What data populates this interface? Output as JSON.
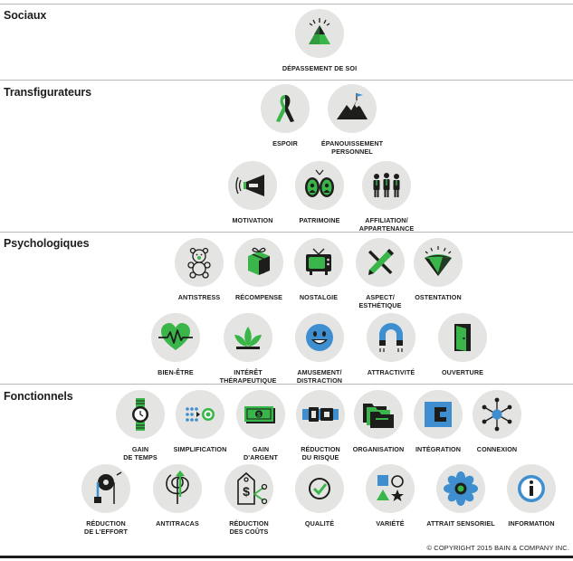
{
  "sections": [
    {
      "title": "Sociaux"
    },
    {
      "title": "Transfigurateurs"
    },
    {
      "title": "Psychologiques"
    },
    {
      "title": "Fonctionnels"
    }
  ],
  "items": {
    "depassement": "DÉPASSEMENT DE SOI",
    "espoir": "ESPOIR",
    "epanouissement": "ÉPANOUISSEMENT\nPERSONNEL",
    "motivation": "MOTIVATION",
    "patrimoine": "PATRIMOINE",
    "affiliation": "AFFILIATION/\nAPPARTENANCE",
    "antistress": "ANTISTRESS",
    "recompense": "RÉCOMPENSE",
    "nostalgie": "NOSTALGIE",
    "aspect": "ASPECT/\nESTHÉTIQUE",
    "ostentation": "OSTENTATION",
    "bienetre": "BIEN-ÊTRE",
    "interet": "INTÉRÊT\nTHÉRAPEUTIQUE",
    "amusement": "AMUSEMENT/\nDISTRACTION",
    "attractivite": "ATTRACTIVITÉ",
    "ouverture": "OUVERTURE",
    "gaintemps": "GAIN\nDE TEMPS",
    "simplification": "SIMPLIFICATION",
    "gainargent": "GAIN\nD'ARGENT",
    "reductionrisque": "RÉDUCTION\nDU RISQUE",
    "organisation": "ORGANISATION",
    "integration": "INTÉGRATION",
    "connexion": "CONNEXION",
    "reductioneffort": "RÉDUCTION\nDE L'EFFORT",
    "antitracas": "ANTITRACAS",
    "reductioncouts": "RÉDUCTION\nDES COÛTS",
    "qualite": "QUALITÉ",
    "variete": "VARIÉTÉ",
    "attraitsensoriel": "ATTRAIT SENSORIEL",
    "information": "INFORMATION"
  },
  "copyright": "© COPYRIGHT 2015 BAIN & COMPANY INC.",
  "colors": {
    "green": "#39b54a",
    "dark": "#1d1d1b",
    "blue": "#3f8fd0",
    "grey": "#e4e4e2"
  },
  "icons": {
    "depassement": "pyramid-icon",
    "espoir": "ribbon-icon",
    "epanouissement": "mountain-flag-icon",
    "motivation": "megaphone-icon",
    "patrimoine": "portraits-icon",
    "affiliation": "people-icon",
    "antistress": "teddy-bear-icon",
    "recompense": "gift-icon",
    "nostalgie": "tv-icon",
    "aspect": "pencil-icon",
    "ostentation": "fan-icon",
    "bienetre": "heart-pulse-icon",
    "interet": "leaves-icon",
    "amusement": "smiley-icon",
    "attractivite": "magnet-icon",
    "ouverture": "door-icon",
    "gaintemps": "watch-icon",
    "simplification": "dots-icon",
    "gainargent": "banknote-icon",
    "reductionrisque": "seatbelt-icon",
    "organisation": "folders-icon",
    "integration": "plug-icon",
    "connexion": "network-icon",
    "reductioneffort": "pulley-icon",
    "antitracas": "maze-arrow-icon",
    "reductioncouts": "price-tag-icon",
    "qualite": "check-icon",
    "variete": "shapes-icon",
    "attraitsensoriel": "flower-icon",
    "information": "info-icon"
  }
}
